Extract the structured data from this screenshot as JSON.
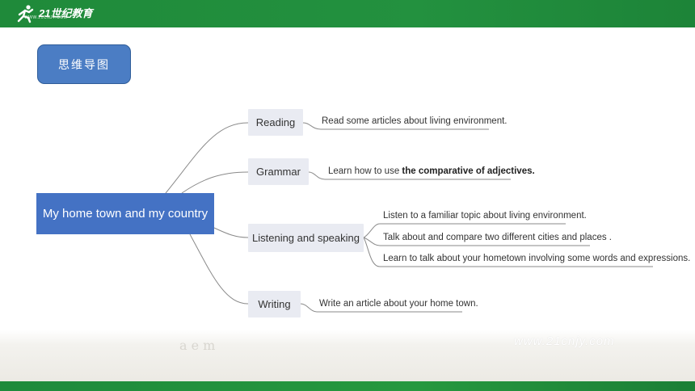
{
  "header": {
    "logo_text": "21世纪教育",
    "logo_sub": "WWW.21CNJY.COM"
  },
  "section_button": {
    "label": "思维导图"
  },
  "mindmap": {
    "central": "My home town and my country",
    "branches": [
      {
        "label": "Reading",
        "details": [
          {
            "text": "Read some articles about living environment."
          }
        ]
      },
      {
        "label": "Grammar",
        "details": [
          {
            "text": "Learn  how to use ",
            "bold": "the comparative of adjectives."
          }
        ]
      },
      {
        "label": "Listening and speaking",
        "details": [
          {
            "text": "Listen to a familiar topic about living environment."
          },
          {
            "text": "Talk about and compare two different cities and places ."
          },
          {
            "text": "Learn to talk about your hometown involving some words and expressions."
          }
        ]
      },
      {
        "label": "Writing",
        "details": [
          {
            "text": "Write an article about your home town."
          }
        ]
      }
    ]
  },
  "watermark": {
    "site": "www.21cnjy.com",
    "letters": "a   e  m"
  },
  "colors": {
    "header_green": "#23913f",
    "central_blue": "#4472c4",
    "button_blue": "#4b7dc4",
    "branch_bg": "#e9ebf2",
    "line_gray": "#8a8a8a"
  }
}
